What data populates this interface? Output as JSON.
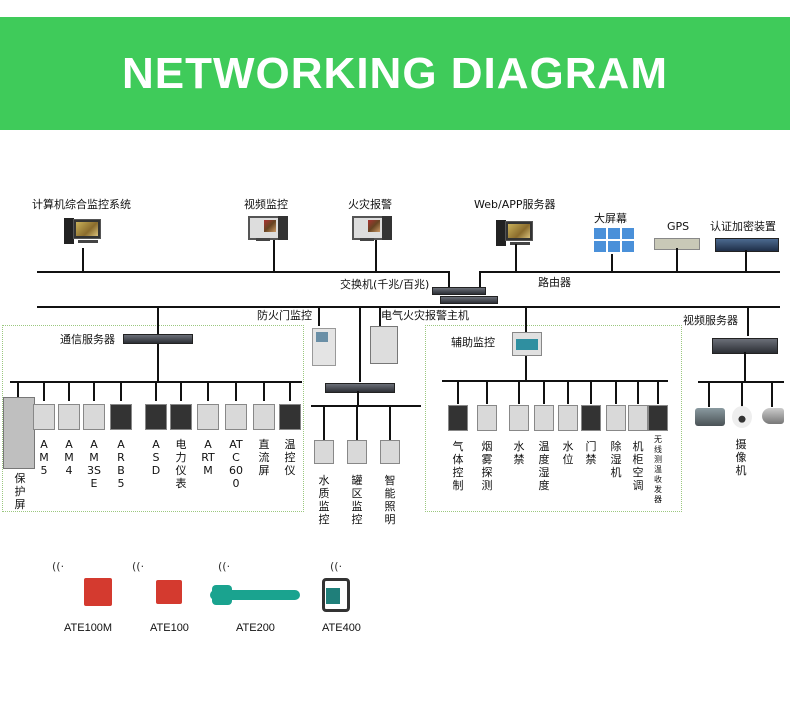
{
  "banner": {
    "title": "NETWORKING DIAGRAM",
    "color": "#3fcb5a"
  },
  "top_row": {
    "computer_system": "计算机综合监控系统",
    "video_monitor": "视频监控",
    "fire_alarm": "火灾报警",
    "web_app_server": "Web/APP服务器",
    "big_screen": "大屏幕",
    "gps": "GPS",
    "auth_encryption": "认证加密装置"
  },
  "core": {
    "switch": "交换机(千兆/百兆)",
    "router": "路由器"
  },
  "middle": {
    "fire_door": "防火门监控",
    "electrical_fire_host": "电气火灾报警主机",
    "comm_server": "通信服务器",
    "aux_monitor": "辅助监控",
    "video_server": "视频服务器"
  },
  "comm_devices": [
    {
      "label": "保护屏"
    },
    {
      "label": "AM5"
    },
    {
      "label": "AM4"
    },
    {
      "label": "AM3SE"
    },
    {
      "label": "ARB5"
    },
    {
      "label": "ASD"
    },
    {
      "label": "电力仪表"
    },
    {
      "label": "ARTM"
    },
    {
      "label": "ATC600"
    },
    {
      "label": "直流屏"
    },
    {
      "label": "温控仪"
    }
  ],
  "center_devices": [
    {
      "label": "水质监控"
    },
    {
      "label": "罐区监控"
    },
    {
      "label": "智能照明"
    }
  ],
  "aux_devices": [
    {
      "label": "气体控制"
    },
    {
      "label": "烟雾探测"
    },
    {
      "label": "水禁"
    },
    {
      "label": "温度湿度"
    },
    {
      "label": "水位"
    },
    {
      "label": "门禁"
    },
    {
      "label": "除湿机"
    },
    {
      "label": "机柜空调"
    },
    {
      "label": "无线测温收发器"
    }
  ],
  "camera_label": "摄像机",
  "products": [
    {
      "label": "ATE100M"
    },
    {
      "label": "ATE100"
    },
    {
      "label": "ATE200"
    },
    {
      "label": "ATE400"
    }
  ]
}
